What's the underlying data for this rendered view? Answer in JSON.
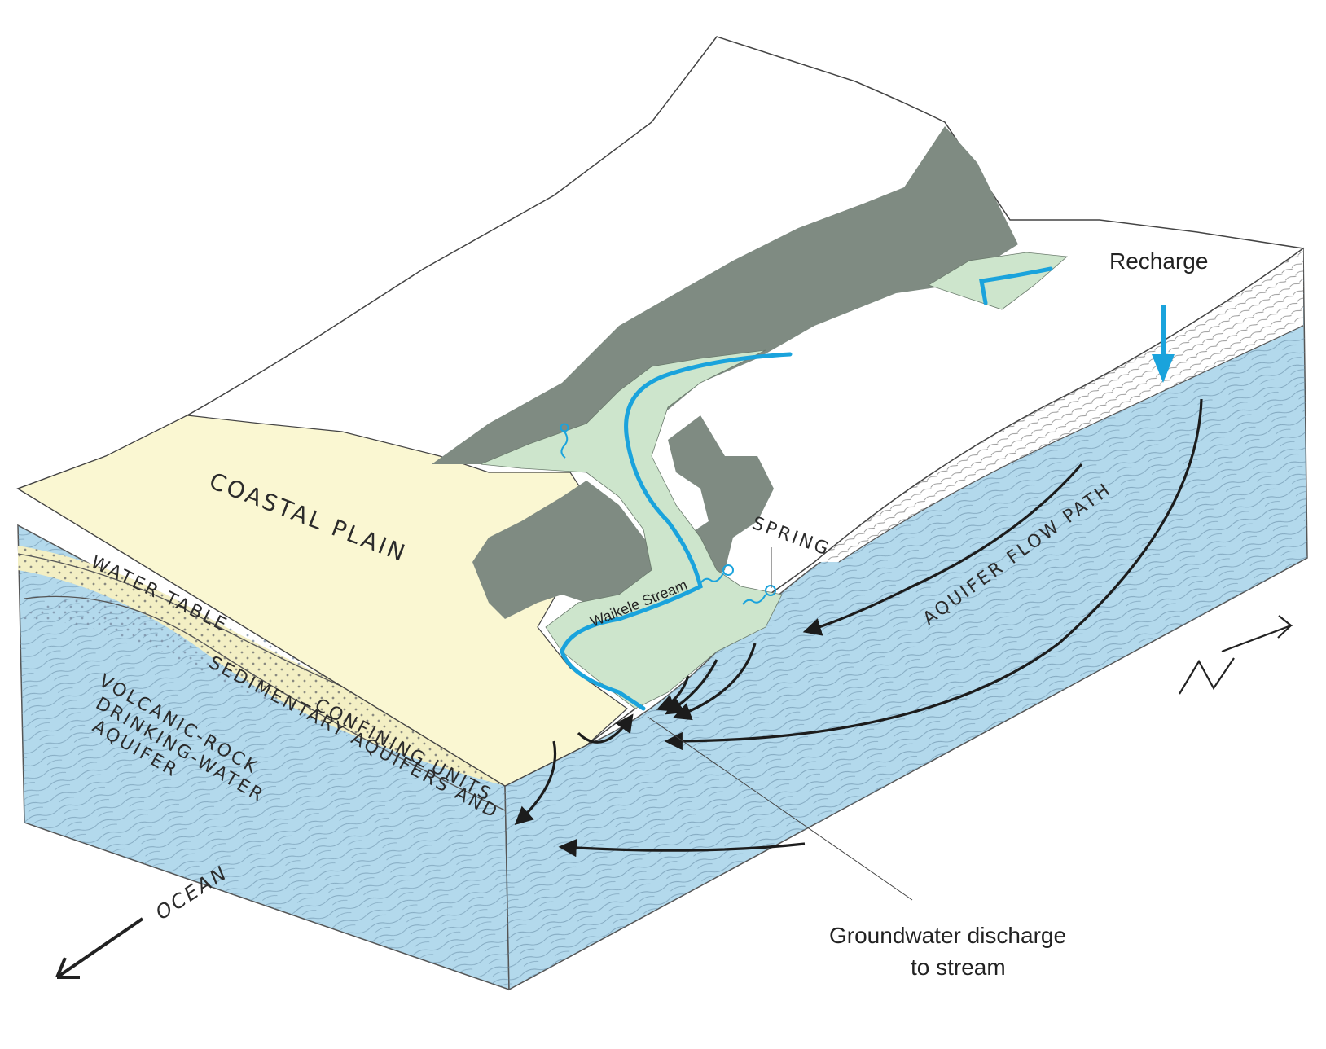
{
  "labels": {
    "recharge": "Recharge",
    "coastal_plain": "COASTAL PLAIN",
    "water_table": "WATER TABLE",
    "sedimentary_1": "SEDIMENTARY AQUIFERS AND",
    "sedimentary_2": "CONFINING UNITS",
    "volcanic_1": "VOLCANIC-ROCK",
    "volcanic_2": "DRINKING-WATER",
    "volcanic_3": "AQUIFER",
    "spring": "SPRING",
    "stream": "Waikele Stream",
    "aquifer_flow": "AQUIFER FLOW PATH",
    "discharge_1": "Groundwater discharge",
    "discharge_2": "to stream",
    "ocean": "OCEAN",
    "north": "N"
  },
  "colors": {
    "upland": "#ffffff",
    "coastal_plain": "#faf7d2",
    "sediment": "#f3efc4",
    "aquifer": "#b3d9ec",
    "valley_floor": "#cde5cc",
    "ridge": "#7f8b82",
    "stream": "#1aa3dc",
    "outline": "#444444",
    "arrow": "#1c1c1c"
  }
}
